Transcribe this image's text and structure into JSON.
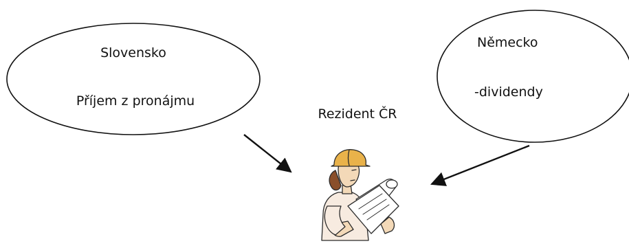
{
  "nodes": {
    "slovensko": {
      "title": "Slovensko",
      "subtitle": "Příjem z pronájmu"
    },
    "nemecko": {
      "title": "Německo",
      "subtitle": "-dividendy"
    },
    "rezident": {
      "title": "Rezident ČR"
    }
  },
  "edges": [
    {
      "from": "slovensko",
      "to": "rezident"
    },
    {
      "from": "nemecko",
      "to": "rezident"
    }
  ],
  "icons": {
    "person": "construction-worker-with-blueprints-icon"
  },
  "colors": {
    "stroke": "#111111",
    "helmet": "#e9b24a",
    "skin": "#f3d9b8",
    "hair": "#8a4f2a"
  }
}
